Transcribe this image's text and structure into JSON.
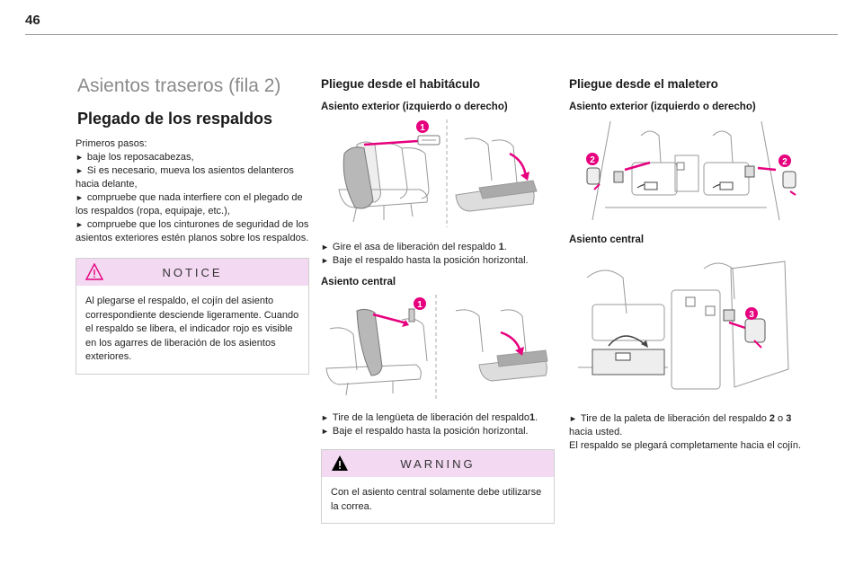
{
  "page": {
    "number": "46"
  },
  "col1": {
    "section_title": "Asientos traseros (fila 2)",
    "heading": "Plegado de los respaldos",
    "intro": "Primeros pasos:",
    "steps": [
      "baje los reposacabezas,",
      "Si es necesario, mueva los asientos delanteros hacia delante,",
      "compruebe que nada interfiere con el plegado de los respaldos (ropa, equipaje, etc.),",
      "compruebe que los cinturones de seguridad de los asientos exteriores estén planos sobre los respaldos."
    ],
    "notice": {
      "title": "NOTICE",
      "text": "Al plegarse el respaldo, el cojín del asiento correspondiente desciende ligeramente. Cuando el respaldo se libera, el indicador rojo es visible en los agarres de liberación de los asientos exteriores."
    }
  },
  "col2": {
    "heading": "Pliegue desde el habitáculo",
    "sub1": "Asiento exterior (izquierdo o derecho)",
    "step1_prefix": "Gire el asa de liberación del respaldo ",
    "step1_num": "1",
    "step1_suffix": ".",
    "step2": "Baje el respaldo hasta la posición horizontal.",
    "sub2": "Asiento central",
    "step3_prefix": "Tire de la lengüeta de liberación del respaldo",
    "step3_num": "1",
    "step3_suffix": ".",
    "step4": "Baje el respaldo hasta la posición horizontal.",
    "warning": {
      "title": "WARNING",
      "text": "Con el asiento central solamente debe utilizarse la correa."
    },
    "callout_1": "1",
    "callout_1b": "1"
  },
  "col3": {
    "heading": "Pliegue desde el maletero",
    "sub1": "Asiento exterior (izquierdo o derecho)",
    "sub2": "Asiento central",
    "step1_prefix": "Tire de la paleta de liberación del respaldo ",
    "step1_num_a": "2",
    "step1_mid": " o ",
    "step1_num_b": "3",
    "step1_suffix": " hacia usted.",
    "result": "El respaldo se plegará completamente hacia el cojín.",
    "callout_2a": "2",
    "callout_2b": "2",
    "callout_3": "3"
  },
  "icons": {
    "step_arrow": "►",
    "notice_icon": "warning-triangle-outline-icon",
    "warning_icon": "warning-triangle-filled-icon"
  },
  "colors": {
    "accent": "#e6007e",
    "box_header": "#f3d9f2",
    "section_grey": "#8a8a8a"
  }
}
